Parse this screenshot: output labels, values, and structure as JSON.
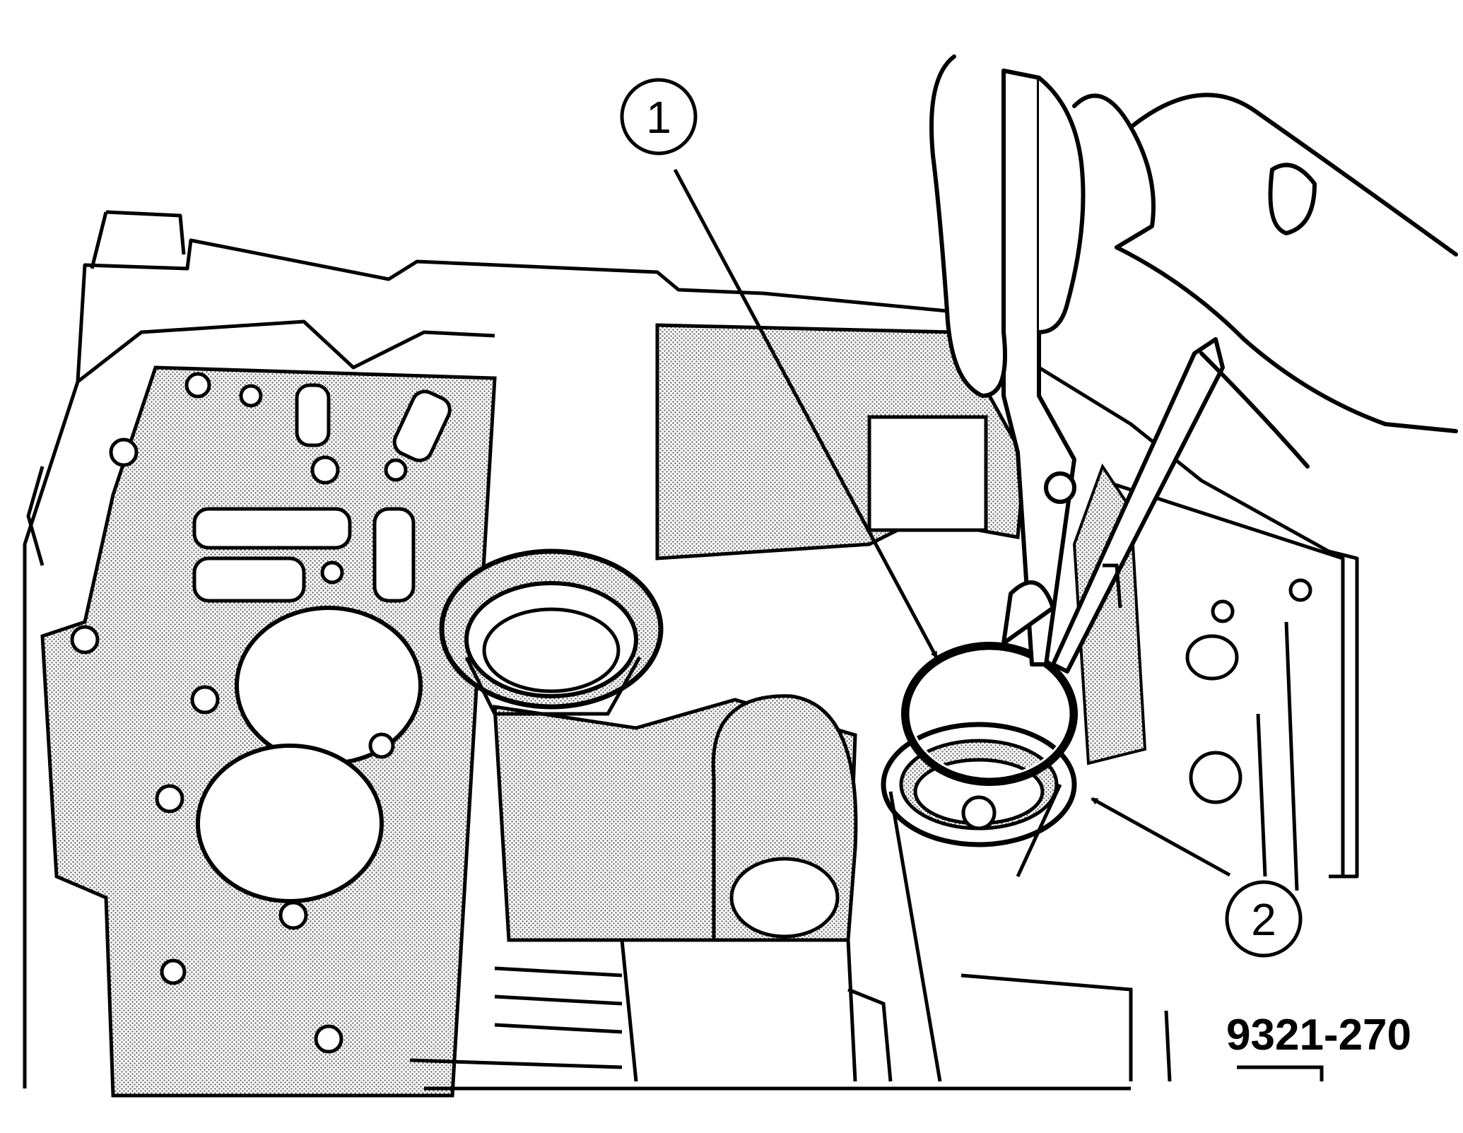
{
  "callouts": [
    {
      "id": "1",
      "label": "1"
    },
    {
      "id": "2",
      "label": "2"
    }
  ],
  "figure_id": "9321-270",
  "colors": {
    "ink": "#000000",
    "paper": "#ffffff",
    "stipple": "#b9b9b9"
  }
}
